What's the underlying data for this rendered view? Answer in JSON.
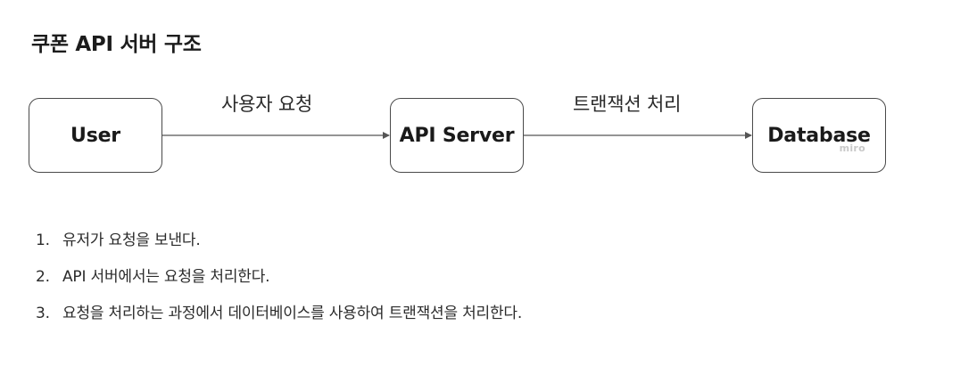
{
  "title": "쿠폰 API 서버 구조",
  "diagram": {
    "nodes": [
      {
        "id": "user",
        "label": "User"
      },
      {
        "id": "api",
        "label": "API Server"
      },
      {
        "id": "db",
        "label": "Database"
      }
    ],
    "edges": [
      {
        "from": "user",
        "to": "api",
        "label": "사용자 요청"
      },
      {
        "from": "api",
        "to": "db",
        "label": "트랜잭션 처리"
      }
    ],
    "watermark": "miro",
    "colors": {
      "node_border": "#4a4a4a",
      "edge": "#555555"
    }
  },
  "steps": [
    {
      "num": "1.",
      "text": "유저가 요청을 보낸다."
    },
    {
      "num": "2.",
      "text": "API 서버에서는 요청을 처리한다."
    },
    {
      "num": "3.",
      "text": "요청을 처리하는 과정에서 데이터베이스를 사용하여 트랜잭션을 처리한다."
    }
  ]
}
